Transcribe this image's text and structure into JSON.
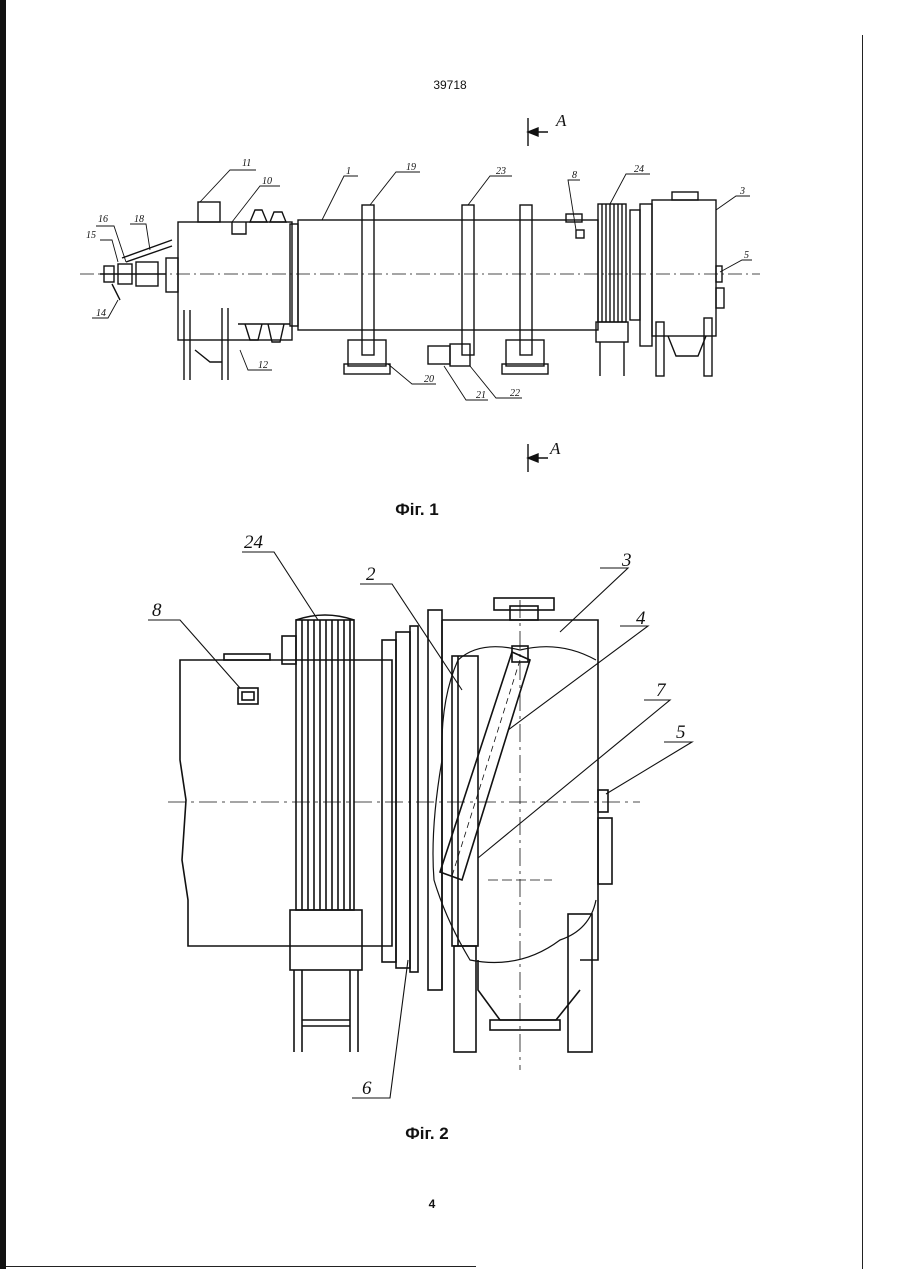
{
  "document": {
    "page_number_top": "39718",
    "page_number_bottom": "4"
  },
  "figure1": {
    "caption": "Фіг. 1",
    "section_marker": "A",
    "labels": [
      "1",
      "3",
      "5",
      "8",
      "10",
      "11",
      "12",
      "14",
      "15",
      "16",
      "18",
      "19",
      "20",
      "21",
      "22",
      "23",
      "24"
    ]
  },
  "figure2": {
    "caption": "Фіг. 2",
    "labels": [
      "24",
      "2",
      "3",
      "4",
      "7",
      "5",
      "8",
      "6"
    ]
  }
}
